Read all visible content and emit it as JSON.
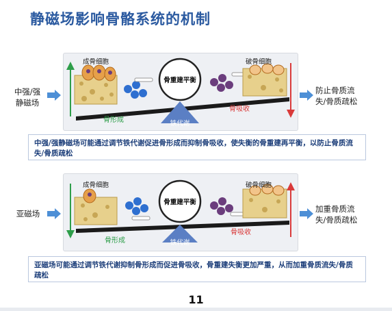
{
  "title": "静磁场影响骨骼系统的机制",
  "colors": {
    "title": "#2b5aa0",
    "green": "#2e9e4a",
    "red": "#d93a3a",
    "blue_arrow": "#4d8fd6",
    "iron_box": "#5b7fc4",
    "osteoblast": "#e6a04a",
    "osteoclast": "#6b3d7d"
  },
  "top": {
    "left_label": "中强/强\n静磁场",
    "osteoblast_label": "成骨细胞",
    "osteoclast_label": "破骨细胞",
    "balance_label": "骨重建平衡",
    "formation_label": "骨形成",
    "resorption_label": "骨吸收",
    "iron_label": "铁代谢",
    "right_label": "防止骨质流\n失/骨质疏松",
    "left_arrow": "up",
    "right_arrow": "down",
    "caption": "中强/强静磁场可能通过调节铁代谢促进骨形成而抑制骨吸收，使失衡的骨重建再平衡，以防止骨质流失/骨质疏松"
  },
  "bottom": {
    "left_label": "亚磁场",
    "osteoblast_label": "成骨细胞",
    "osteoclast_label": "破骨细胞",
    "balance_label": "骨重建平衡",
    "formation_label": "骨形成",
    "resorption_label": "骨吸收",
    "iron_label": "铁代谢",
    "right_label": "加重骨质流\n失/骨质疏松",
    "left_arrow": "down",
    "right_arrow": "up",
    "caption": "亚磁场可能通过调节铁代谢抑制骨形成而促进骨吸收，骨重建失衡更加严重，从而加重骨质流失/骨质疏松"
  },
  "page_number": "11"
}
